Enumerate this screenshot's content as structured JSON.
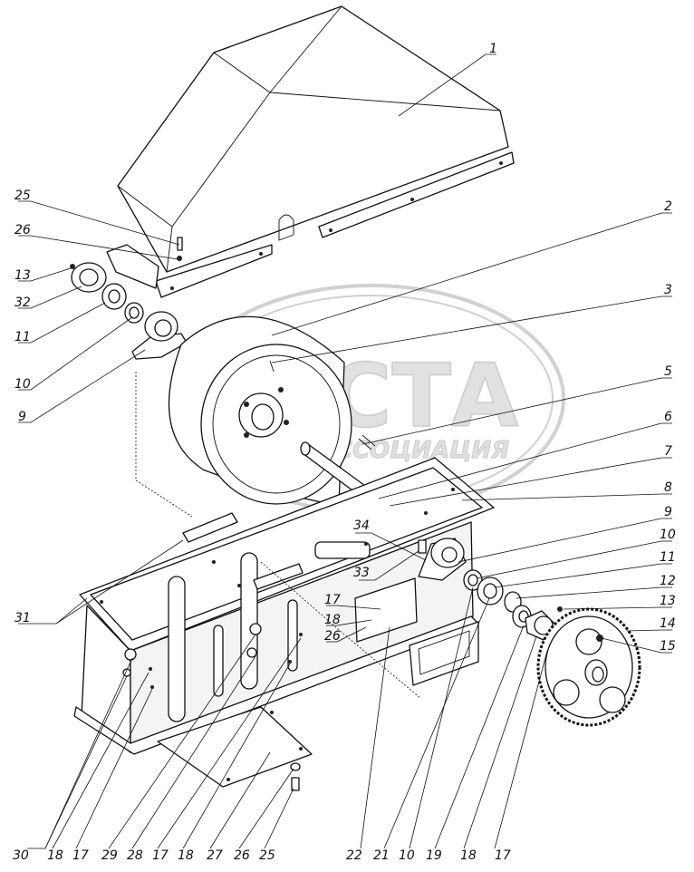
{
  "watermark": {
    "title": "АСТА",
    "subtitle": "АССОЦИАЦИЯ"
  },
  "callouts": [
    {
      "id": "c1",
      "text": "1"
    },
    {
      "id": "c2",
      "text": "2"
    },
    {
      "id": "c3",
      "text": "3"
    },
    {
      "id": "c5",
      "text": "5"
    },
    {
      "id": "c6",
      "text": "6"
    },
    {
      "id": "c7",
      "text": "7"
    },
    {
      "id": "c8",
      "text": "8"
    },
    {
      "id": "c9r",
      "text": "9"
    },
    {
      "id": "c10r",
      "text": "10"
    },
    {
      "id": "c11r",
      "text": "11"
    },
    {
      "id": "c12",
      "text": "12"
    },
    {
      "id": "c13r",
      "text": "13"
    },
    {
      "id": "c14",
      "text": "14"
    },
    {
      "id": "c15",
      "text": "15"
    },
    {
      "id": "c25t",
      "text": "25"
    },
    {
      "id": "c26t",
      "text": "26"
    },
    {
      "id": "c13l",
      "text": "13"
    },
    {
      "id": "c32",
      "text": "32"
    },
    {
      "id": "c11l",
      "text": "11"
    },
    {
      "id": "c10l",
      "text": "10"
    },
    {
      "id": "c9l",
      "text": "9"
    },
    {
      "id": "c31",
      "text": "31"
    },
    {
      "id": "c34",
      "text": "34"
    },
    {
      "id": "c33",
      "text": "33"
    },
    {
      "id": "c17m",
      "text": "17"
    },
    {
      "id": "c18m",
      "text": "18"
    },
    {
      "id": "c26m",
      "text": "26"
    },
    {
      "id": "b30",
      "text": "30"
    },
    {
      "id": "b18a",
      "text": "18"
    },
    {
      "id": "b17a",
      "text": "17"
    },
    {
      "id": "b29",
      "text": "29"
    },
    {
      "id": "b28",
      "text": "28"
    },
    {
      "id": "b17b",
      "text": "17"
    },
    {
      "id": "b18b",
      "text": "18"
    },
    {
      "id": "b27",
      "text": "27"
    },
    {
      "id": "b26",
      "text": "26"
    },
    {
      "id": "b25",
      "text": "25"
    },
    {
      "id": "b22",
      "text": "22"
    },
    {
      "id": "b21",
      "text": "21"
    },
    {
      "id": "b10",
      "text": "10"
    },
    {
      "id": "b19",
      "text": "19"
    },
    {
      "id": "b18c",
      "text": "18"
    },
    {
      "id": "b17c",
      "text": "17"
    }
  ]
}
